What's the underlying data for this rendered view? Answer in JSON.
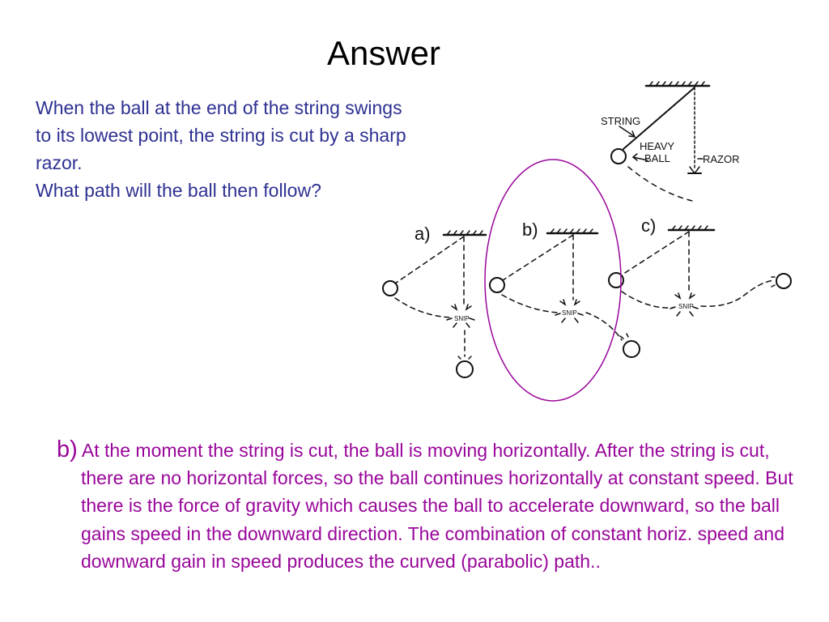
{
  "slide": {
    "title": "Answer",
    "question_lines": [
      "When the ball at the end of the string swings",
      "to its lowest point, the string is cut by a sharp",
      "razor.",
      "What path will the ball then follow?"
    ]
  },
  "diagram": {
    "top_labels": [
      "STRING",
      "HEAVY",
      "BALL",
      "RAZOR"
    ],
    "option_labels": [
      "a)",
      "b)",
      "c)"
    ],
    "snip_label": "SNIP",
    "highlight_color": "#99069a"
  },
  "answer": {
    "letter": "b)",
    "text": "At the moment the string is cut, the ball is moving horizontally. After the string is cut, there are no horizontal forces, so the ball continues horizontally at constant speed. But there is the force of gravity which causes the ball to accelerate downward, so the ball gains speed in the downward direction. The combination of constant horiz. speed and downward gain in speed produces the curved (parabolic) path.."
  }
}
